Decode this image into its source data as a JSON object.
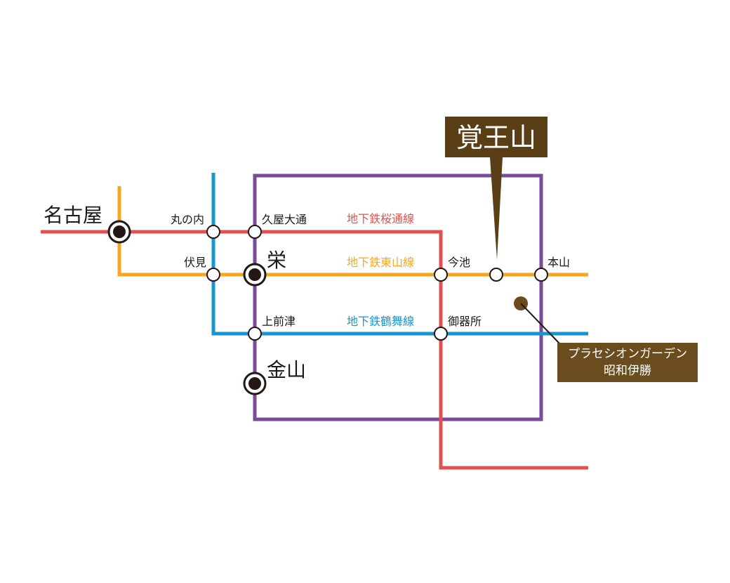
{
  "colors": {
    "sakuradori": "#e25151",
    "higashiyama": "#f5a81c",
    "tsurumai": "#1596cf",
    "meijo": "#7b4a9a",
    "station_dark": "#231815",
    "callout": "#5a3e15",
    "callout_alt": "#6b4c1e",
    "poi": "#6b4c1e"
  },
  "lines": {
    "sakuradori": "地下鉄桜通線",
    "higashiyama": "地下鉄東山線",
    "tsurumai": "地下鉄鶴舞線"
  },
  "stations": {
    "nagoya": "名古屋",
    "marunouchi": "丸の内",
    "hisaya_odori": "久屋大通",
    "fushimi": "伏見",
    "sakae": "栄",
    "imaike": "今池",
    "motoyama": "本山",
    "kamimaezu": "上前津",
    "gokiso": "御器所",
    "kanayama": "金山"
  },
  "callouts": {
    "kakuozan": "覚王山",
    "property_line1": "プラセシオンガーデン",
    "property_line2": "昭和伊勝"
  }
}
